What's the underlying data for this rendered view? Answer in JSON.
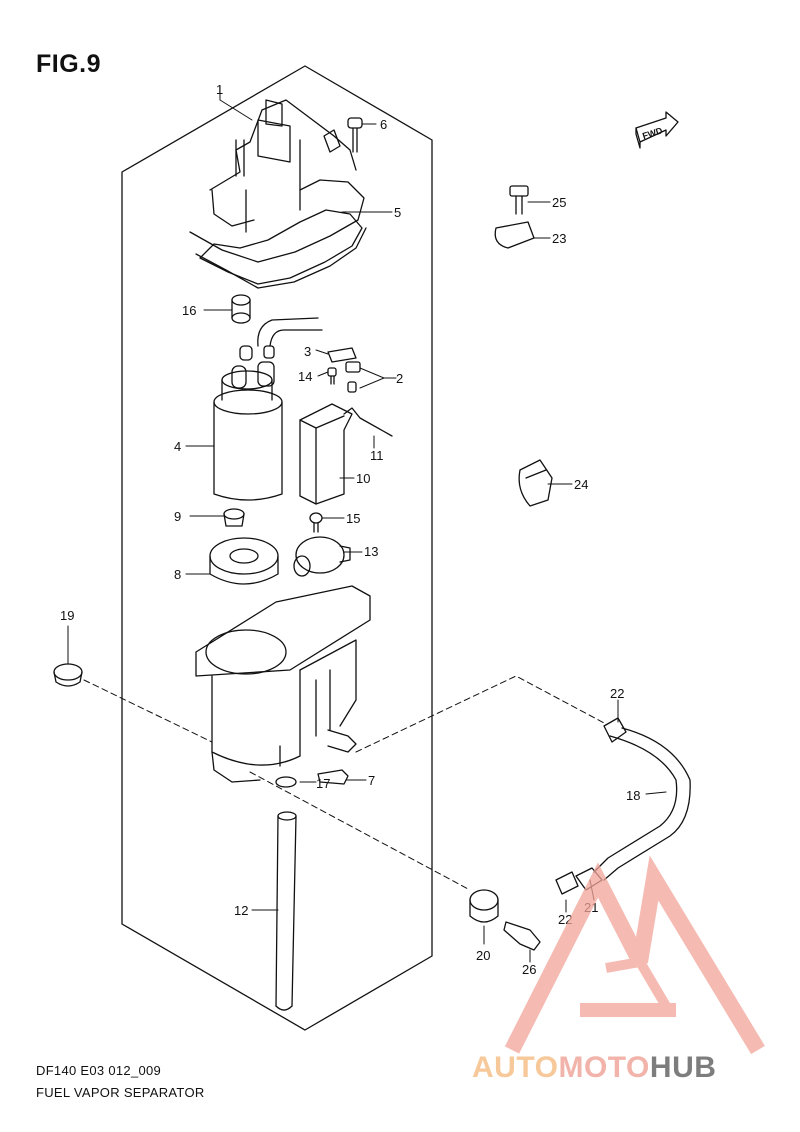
{
  "figure": {
    "title": "FIG.9",
    "model_code": "DF140 E03 012_009",
    "caption": "FUEL VAPOR SEPARATOR",
    "fwd_label": "FWD"
  },
  "watermark": {
    "part1": "AUTO",
    "part2": "MOTO",
    "part3": "HUB",
    "colors": [
      "#f7c99a",
      "#f2b4aa",
      "#7d7d7d"
    ]
  },
  "callouts": [
    "1",
    "2",
    "3",
    "4",
    "5",
    "6",
    "7",
    "8",
    "9",
    "10",
    "11",
    "12",
    "13",
    "14",
    "15",
    "16",
    "17",
    "18",
    "19",
    "20",
    "21",
    "22",
    "22",
    "23",
    "24",
    "25",
    "26"
  ]
}
